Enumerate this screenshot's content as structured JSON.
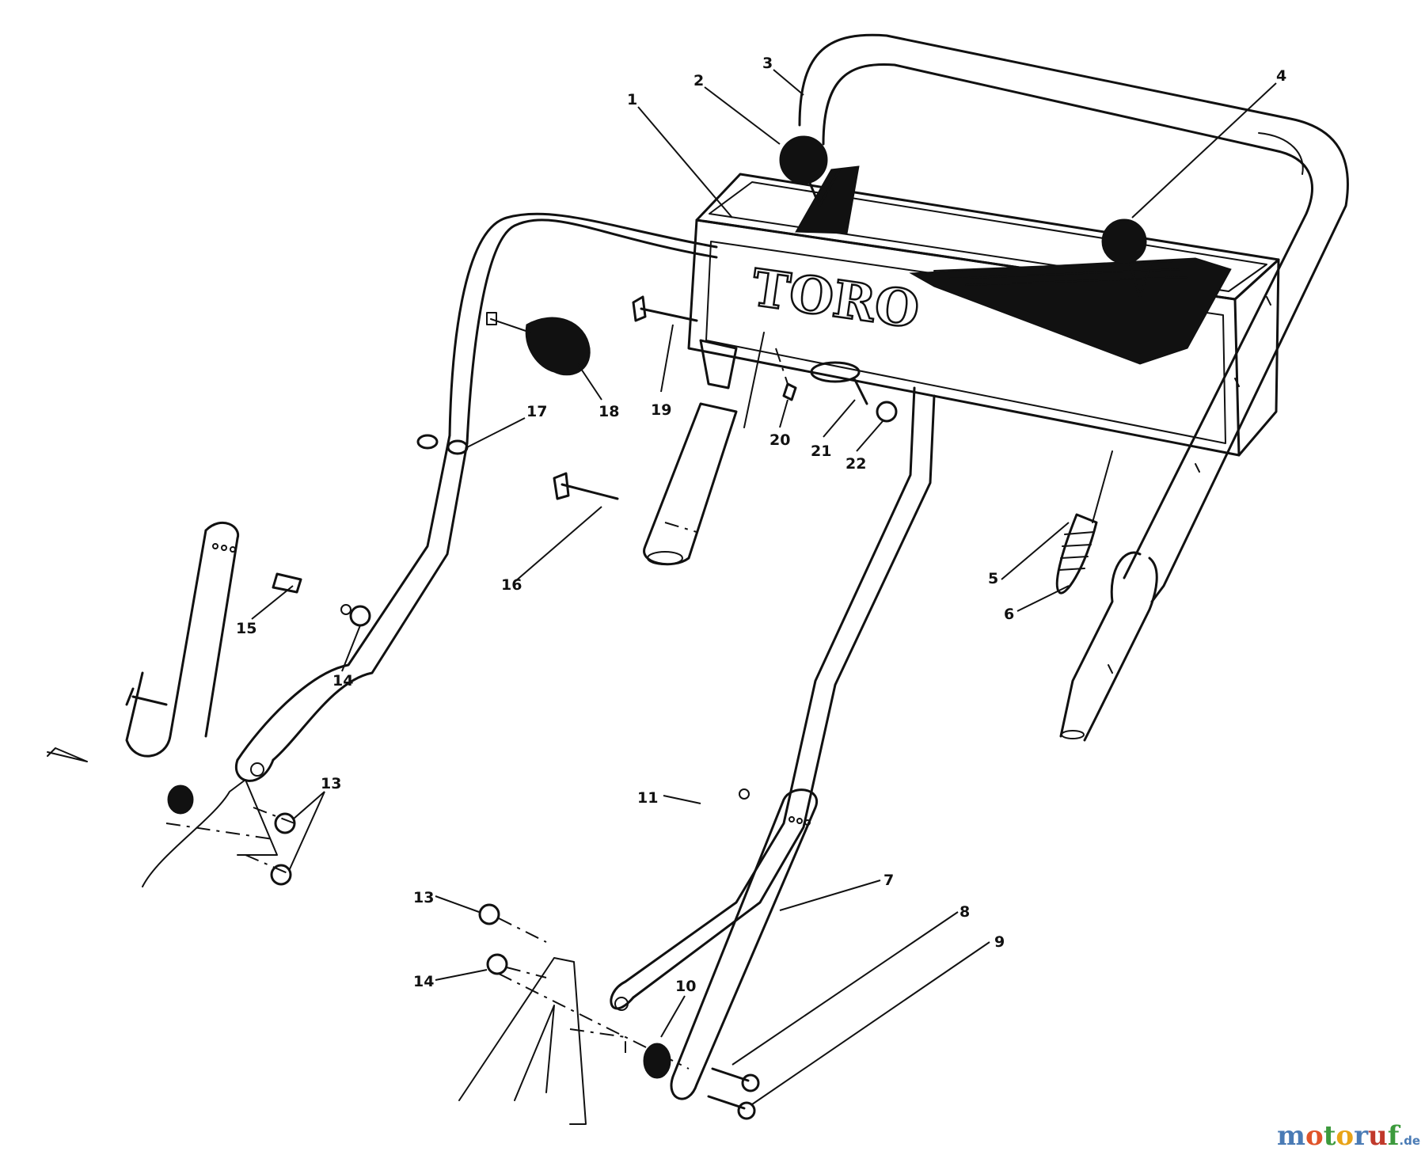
{
  "brand_label": "TORO",
  "watermark": {
    "letters": [
      {
        "ch": "m",
        "color": "#4a7bb5"
      },
      {
        "ch": "o",
        "color": "#e0542a"
      },
      {
        "ch": "t",
        "color": "#3c9a3c"
      },
      {
        "ch": "o",
        "color": "#e8a317"
      },
      {
        "ch": "r",
        "color": "#4a7bb5"
      },
      {
        "ch": "u",
        "color": "#c0392b"
      },
      {
        "ch": "f",
        "color": "#3c9a3c"
      }
    ],
    "tld": ".de"
  },
  "part_labels": {
    "p1": "1",
    "p2": "2",
    "p3": "3",
    "p4": "4",
    "p5": "5",
    "p6": "6",
    "p7": "7",
    "p8": "8",
    "p9": "9",
    "p10": "10",
    "p11": "11",
    "p13a": "13",
    "p13b": "13",
    "p14a": "14",
    "p14b": "14",
    "p15": "15",
    "p16": "16",
    "p17": "17",
    "p18": "18",
    "p19": "19",
    "p20": "20",
    "p21": "21",
    "p22": "22"
  }
}
